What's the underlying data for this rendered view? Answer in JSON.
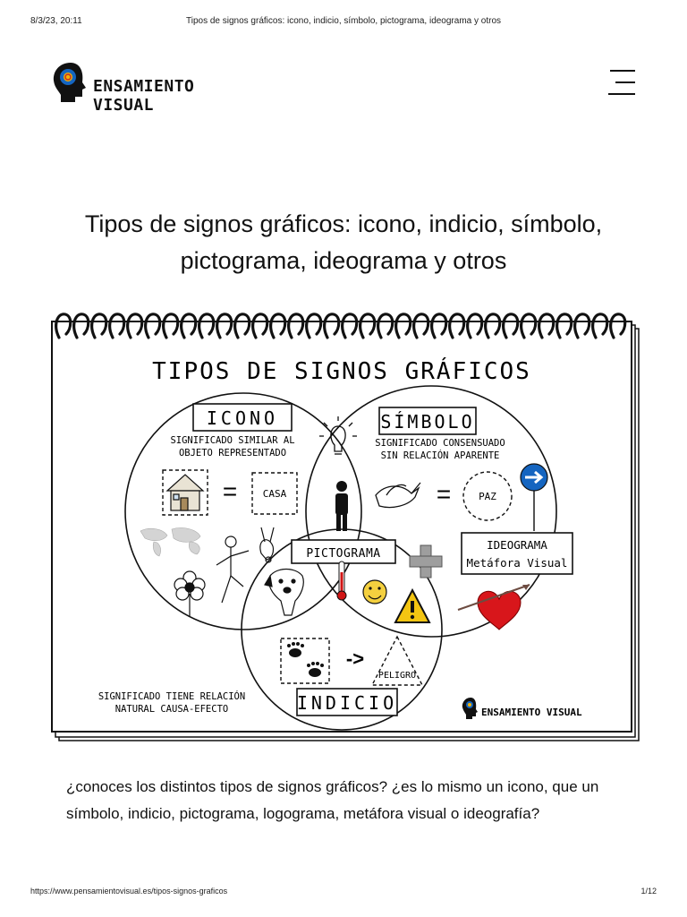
{
  "print": {
    "datetime": "8/3/23, 20:11",
    "doc_title": "Tipos de signos gráficos: icono, indicio, símbolo, pictograma, ideograma y otros",
    "url": "https://www.pensamientovisual.es/tipos-signos-graficos",
    "page": "1/12"
  },
  "site": {
    "logo_text": "ENSAMIENTO VISUAL",
    "menu_icon": "hamburger-menu-icon"
  },
  "article": {
    "title": "Tipos de signos gráficos: icono, indicio, símbolo, pictograma, ideograma y otros",
    "intro": "¿conoces los distintos tipos de signos gráficos? ¿es lo mismo un icono, que un símbolo, indicio, pictograma, logograma, metáfora visual o ideografía?"
  },
  "infographic": {
    "heading": "TIPOS DE SIGNOS GRÁFICOS",
    "icono": {
      "label": "ICONO",
      "desc_line1": "SIGNIFICADO SIMILAR AL",
      "desc_line2": "OBJETO REPRESENTADO",
      "word": "CASA"
    },
    "simbolo": {
      "label": "SÍMBOLO",
      "desc_line1": "SIGNIFICADO CONSENSUADO",
      "desc_line2": "SIN RELACIÓN APARENTE",
      "word": "PAZ"
    },
    "pictograma": {
      "label": "PICTOGRAMA"
    },
    "ideograma": {
      "label": "IDEOGRAMA",
      "sublabel": "Metáfora Visual"
    },
    "indicio": {
      "label": "INDICIO",
      "desc_line1": "SIGNIFICADO TIENE RELACIÓN",
      "desc_line2": "NATURAL CAUSA-EFECTO",
      "arrow": "->",
      "word": "PELIGRO"
    },
    "watermark": "ENSAMIENTO VISUAL",
    "colors": {
      "heart": "#d8161b",
      "warning": "#f3c512",
      "sign": "#1565c0",
      "smiley": "#f4d03f",
      "thermo": "#d01515"
    }
  }
}
